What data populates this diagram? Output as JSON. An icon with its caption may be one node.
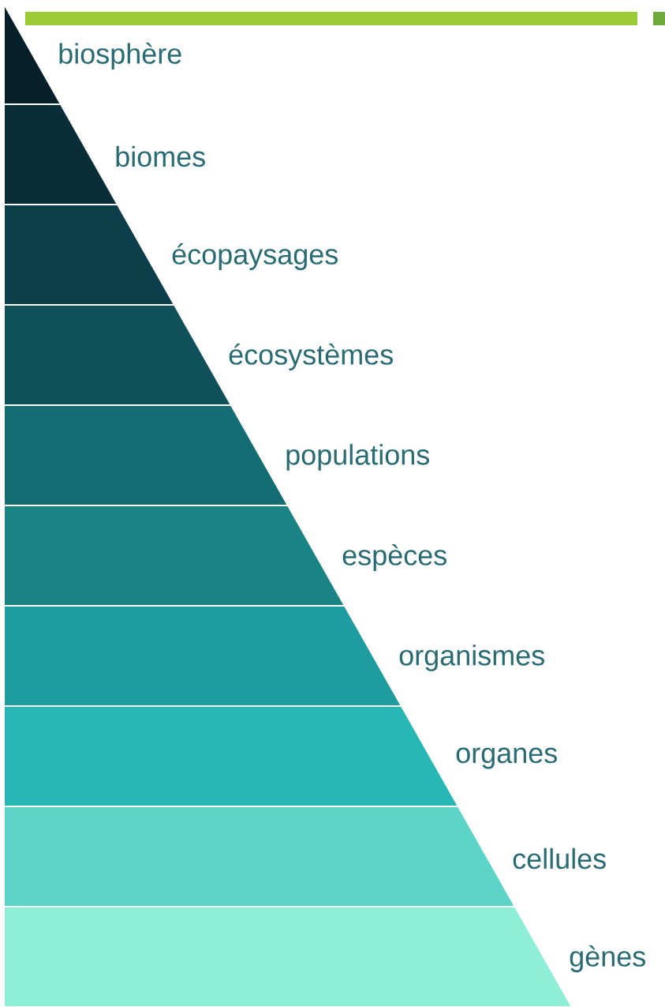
{
  "diagram": {
    "nodes": [
      {
        "text": [
          "biosphère"
        ]
      },
      {
        "text": [
          "biomes"
        ]
      },
      {
        "text": [
          "écopaysages"
        ]
      },
      {
        "text": [
          "écosystèmes"
        ]
      },
      {
        "text": [
          "populations"
        ]
      },
      {
        "text": [
          "espèces"
        ]
      },
      {
        "text": [
          "organismes"
        ]
      },
      {
        "text": [
          "organes"
        ]
      },
      {
        "text": [
          "cellules"
        ]
      },
      {
        "text": [
          "gènes"
        ]
      }
    ]
  }
}
